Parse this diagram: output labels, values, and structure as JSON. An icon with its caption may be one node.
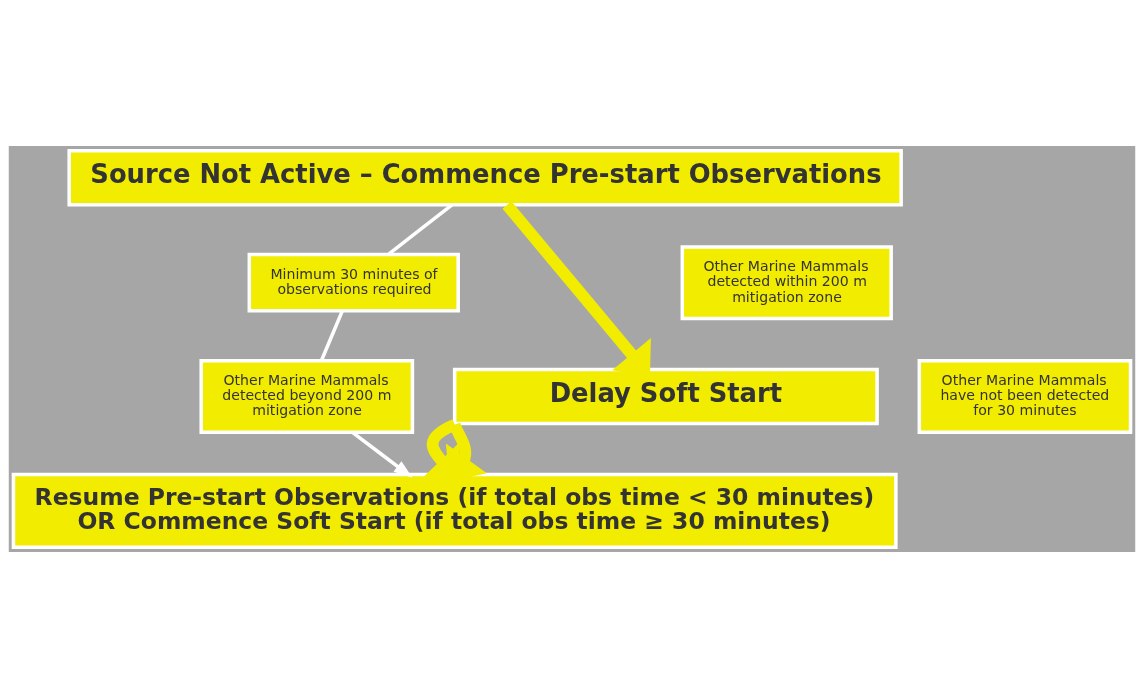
{
  "diagram": {
    "nodes": [
      {
        "text": [
          "Source Not Active – Commence Pre-start Observations"
        ]
      },
      {
        "text": [
          "Minimum 30 minutes of observations required"
        ]
      },
      {
        "text": [
          "Other Marine Mammals detected within 200 m mitigation zone"
        ]
      },
      {
        "text": [
          "Delay Soft Start"
        ]
      },
      {
        "text": [
          "Other Marine Mammals detected beyond 200 m mitigation zone"
        ]
      },
      {
        "text": [
          "Other Marine Mammals have not been detected for 30 minutes"
        ]
      },
      {
        "text": [
          "Resume Pre-start Observations (if total obs time < 30 minutes)",
          "OR Commence Soft Start (if total obs time ≥ 30 minutes)"
        ]
      }
    ],
    "edges": [
      {
        "from": 0,
        "to": 1,
        "arrow": "none"
      },
      {
        "from": 1,
        "to": 4,
        "arrow": "none"
      },
      {
        "from": 4,
        "to": 6,
        "arrow": "to"
      },
      {
        "from": 0,
        "to": 3,
        "arrow": "to",
        "style": "thick",
        "color": "#f2ec00"
      },
      {
        "from": 3,
        "to": 6,
        "arrow": "to",
        "style": "thick",
        "color": "#f2ec00"
      },
      {
        "from": 3,
        "to": 6,
        "arrow": "to",
        "style": "thick",
        "color": "#f2ec00"
      }
    ]
  }
}
